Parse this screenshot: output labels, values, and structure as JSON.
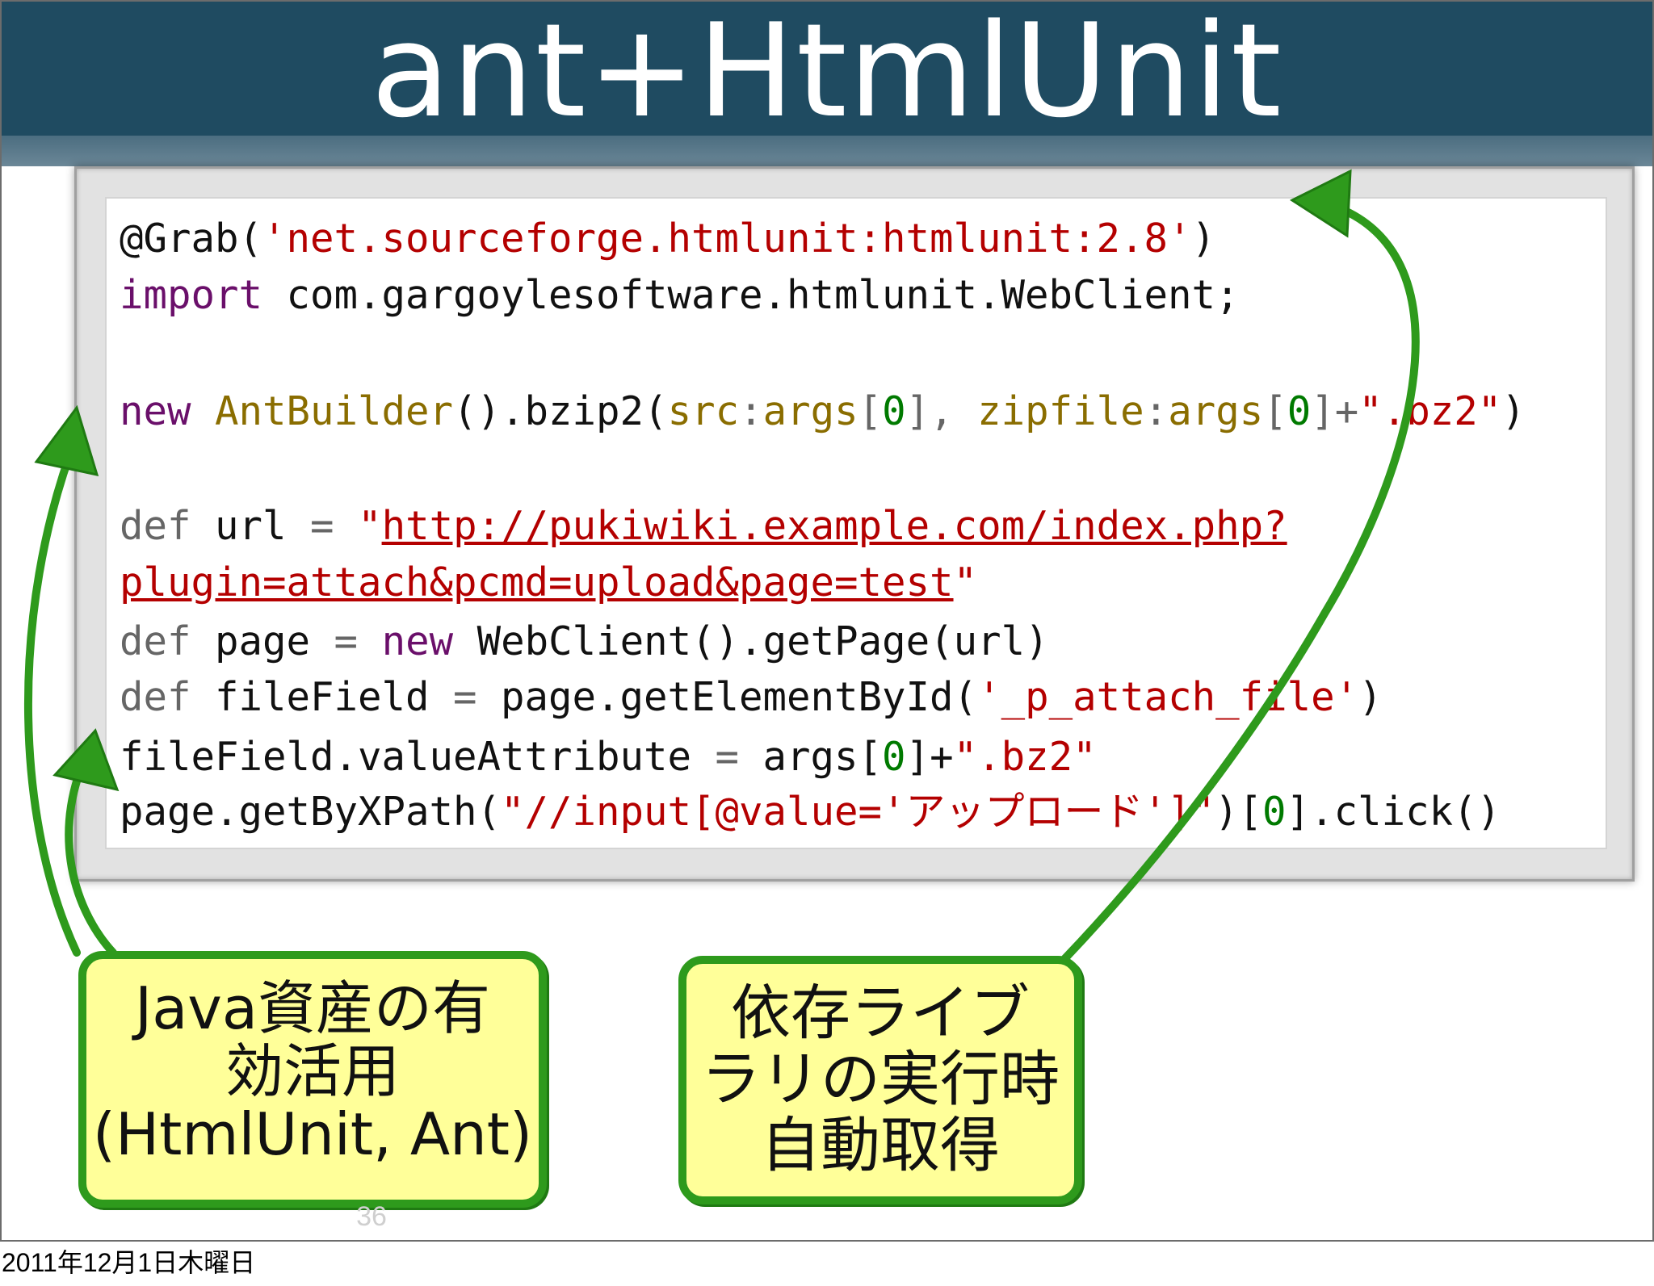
{
  "slide": {
    "title": "ant+HtmlUnit",
    "code": {
      "line1": {
        "a": "@Grab(",
        "b": "'net.sourceforge.htmlunit:htmlunit:2.8'",
        "c": ")"
      },
      "line2": {
        "kw": "import",
        "rest": " com.gargoylesoftware.htmlunit.WebClient;"
      },
      "line3": {
        "kw": "new",
        "sp": " ",
        "cls": "AntBuilder",
        "p1": "().bzip2(",
        "a1": "src",
        "p2": ":",
        "a2": "args",
        "p3": "[",
        "n1": "0",
        "p4": "], ",
        "a3": "zipfile",
        "p5": ":",
        "a4": "args",
        "p6": "[",
        "n2": "0",
        "p7": "]+",
        "s": "\".bz2\"",
        "p8": ")"
      },
      "line4": {
        "def": "def",
        "mid": " url ",
        "eq": "=",
        "sp": " ",
        "q": "\"",
        "link": "http://pukiwiki.example.com/index.php?"
      },
      "line5": {
        "link": "plugin=attach&pcmd=upload&page=test",
        "q": "\""
      },
      "line6": {
        "def": "def",
        "mid": " page ",
        "eq": "=",
        "sp": " ",
        "kw": "new",
        "rest": " WebClient().getPage(url)"
      },
      "line7": {
        "def": "def",
        "mid": " fileField ",
        "eq": "=",
        "rest": " page.getElementById(",
        "s": "'_p_attach_file'",
        "end": ")"
      },
      "line8": {
        "a": "fileField.valueAttribute ",
        "eq": "=",
        "b": " args[",
        "n": "0",
        "c": "]+",
        "s": "\".bz2\""
      },
      "line9": {
        "a": "page.getByXPath(",
        "s": "\"//input[@value='アップロード']\"",
        "b": ")[",
        "n": "0",
        "c": "].click()"
      }
    },
    "callout_java": {
      "line1": "Java資産の有",
      "line2": "効活用",
      "line3": "(HtmlUnit, Ant)"
    },
    "callout_deps": {
      "line1": "依存ライブ",
      "line2": "ラリの実行時",
      "line3": "自動取得"
    },
    "slide_number": "36"
  },
  "footer": {
    "date": "2011年12月1日木曜日"
  },
  "colors": {
    "title_bar": "#1f4b61",
    "callout_fill": "#ffff99",
    "callout_border": "#2e9a1c",
    "arrow": "#2e9a1c"
  }
}
